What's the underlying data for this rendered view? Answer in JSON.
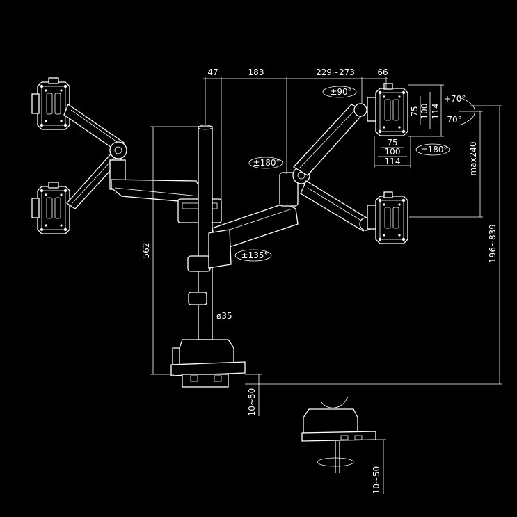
{
  "colors": {
    "background": "#000000",
    "line": "#ffffff"
  },
  "dimensions": {
    "top_47": "47",
    "top_183": "183",
    "top_229_273": "229~273",
    "top_66": "66",
    "height_562": "562",
    "pole_diameter": "ø35",
    "height_196_839": "196~839",
    "max_240": "max240",
    "clamp_10_50_a": "10~50",
    "clamp_10_50_b": "10~50"
  },
  "vesa": {
    "v75": "75",
    "v100": "100",
    "v114": "114",
    "h75": "75",
    "h100": "100",
    "h114": "114"
  },
  "rotations": {
    "swivel_90": "±90°",
    "tilt_up": "+70°",
    "tilt_down": "-70°",
    "rotate_180_head": "±180°",
    "rotate_180_arm": "±180°",
    "swivel_135": "±135°"
  }
}
